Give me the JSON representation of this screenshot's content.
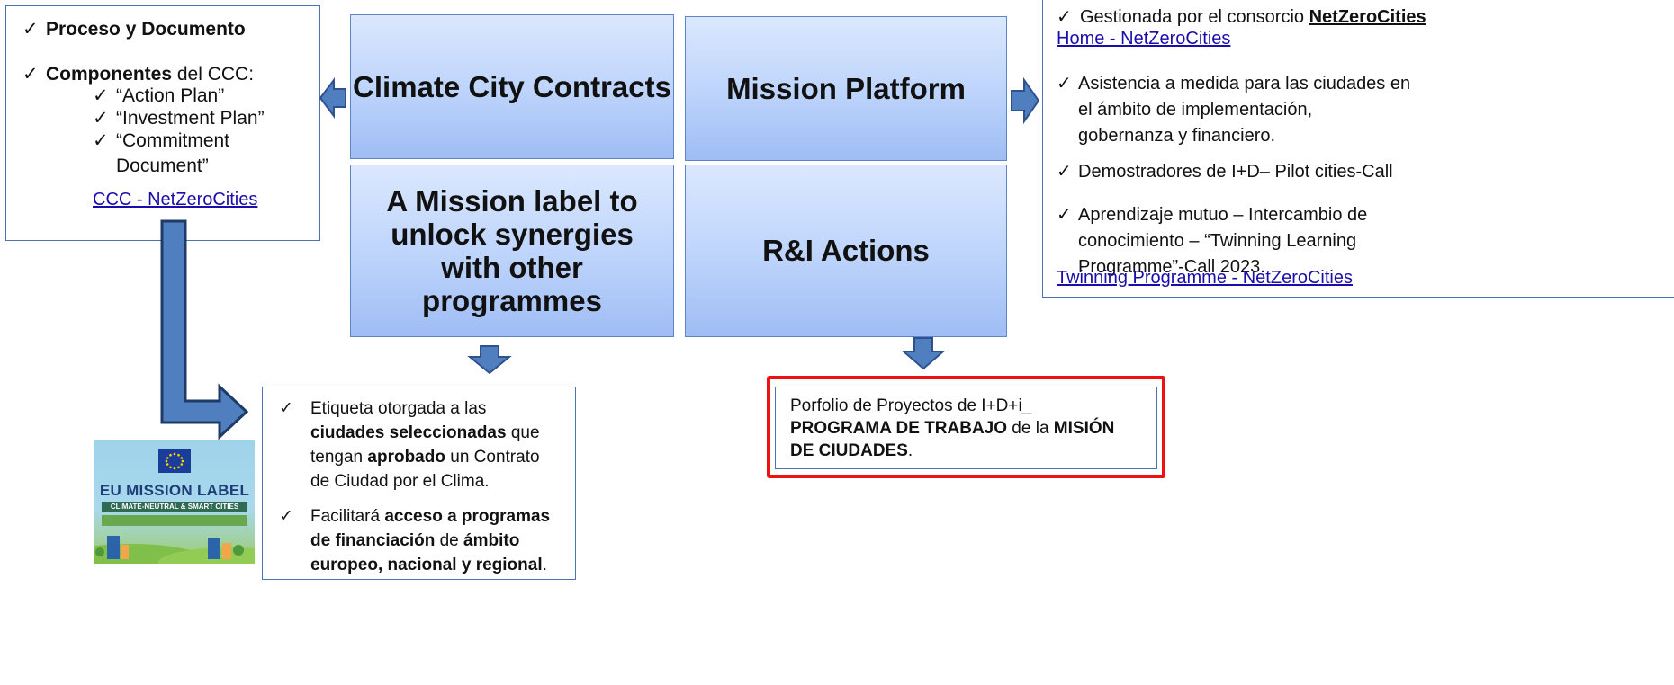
{
  "check": "✓",
  "left_box": {
    "item1": "Proceso y Documento",
    "item2_bold": "Componentes",
    "item2_rest": " del CCC:",
    "sub1": "“Action Plan”",
    "sub2": "“Investment Plan”",
    "sub3": "“Commitment Document”",
    "link": "CCC - NetZeroCities"
  },
  "tiles": {
    "ccc": "Climate City Contracts",
    "platform": "Mission Platform",
    "label": "A Mission label to unlock synergies with other programmes",
    "ri": "R&I Actions"
  },
  "right_box": {
    "item1_pre": "Gestionada por el consorcio ",
    "item1_bold": "NetZeroCities",
    "link1": "Home - NetZeroCities",
    "item2": "Asistencia a medida para las ciudades en el ámbito de implementación, gobernanza y financiero.",
    "item3": "Demostradores de I+D– Pilot cities-Call",
    "item4": "Aprendizaje mutuo – Intercambio de conocimiento – “Twinning Learning Programme”-Call 2023.",
    "link2": "Twinning Programme - NetZeroCities"
  },
  "bottom_mid": {
    "b1_pre": "Etiqueta otorgada a las ",
    "b1_bold1": "ciudades seleccionadas",
    "b1_mid": " que tengan ",
    "b1_bold2": "aprobado",
    "b1_post": " un Contrato de Ciudad por el Clima.",
    "b2_pre": "Facilitará ",
    "b2_bold1": "acceso a programas de financiación",
    "b2_mid": " de ",
    "b2_bold2": "ámbito europeo, nacional y regional",
    "b2_post": "."
  },
  "bottom_right": {
    "line1": "Porfolio de Proyectos de I+D+i_",
    "bold1": "PROGRAMA DE TRABAJO",
    "mid": " de la ",
    "bold2": "MISIÓN DE CIUDADES",
    "post": "."
  },
  "eu_label": {
    "title": "EU MISSION LABEL",
    "subtitle": "CLIMATE-NEUTRAL & SMART CITIES"
  },
  "colors": {
    "arrow": "#4f7fbf",
    "arrow_outline": "#2f528f",
    "highlight": "#ee1111",
    "tile_border": "#5b85c8"
  }
}
